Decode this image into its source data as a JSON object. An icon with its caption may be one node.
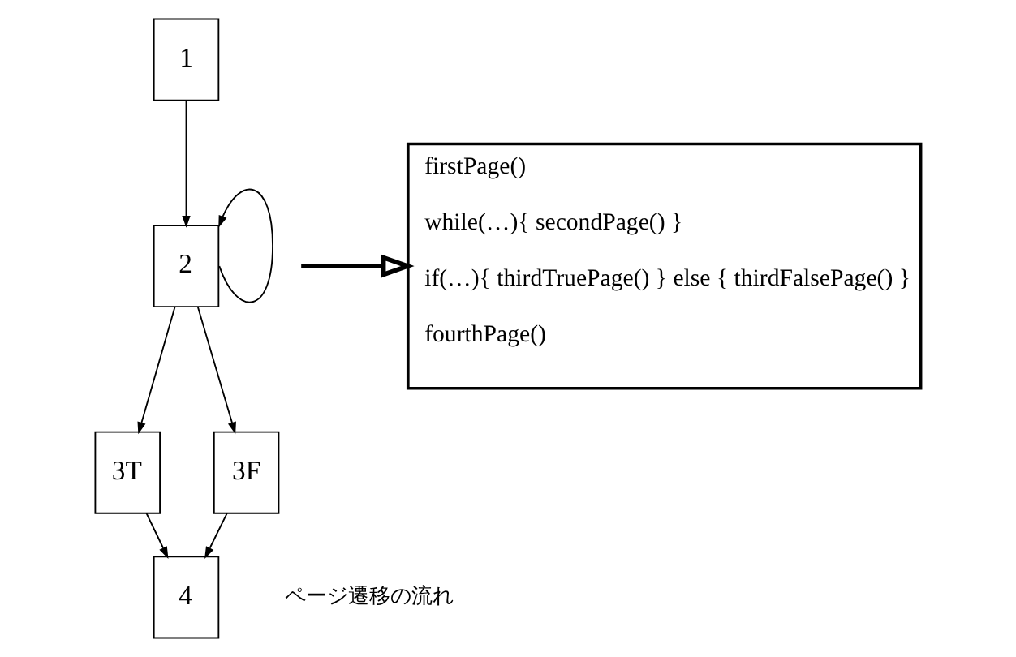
{
  "diagram": {
    "nodes": [
      {
        "text": [
          "1"
        ]
      },
      {
        "text": [
          "2"
        ]
      },
      {
        "text": [
          "3T"
        ]
      },
      {
        "text": [
          "3F"
        ]
      },
      {
        "text": [
          "4"
        ]
      },
      {
        "text": [
          "firstPage()",
          "while(…){ secondPage() }",
          "if(…){ thirdTruePage() } else { thirdFalsePage() }",
          "fourthPage()"
        ]
      }
    ],
    "edges": [
      {
        "from": 0,
        "to": 1,
        "arrow": "to"
      },
      {
        "from": 1,
        "to": 1,
        "arrow": "to"
      },
      {
        "from": 1,
        "to": 2,
        "arrow": "to"
      },
      {
        "from": 1,
        "to": 3,
        "arrow": "to"
      },
      {
        "from": 2,
        "to": 4,
        "arrow": "to"
      },
      {
        "from": 3,
        "to": 4,
        "arrow": "to"
      },
      {
        "from": null,
        "to": 5,
        "arrow": "to",
        "style": "thick"
      }
    ],
    "labels": [
      "ページ遷移の流れ"
    ]
  }
}
